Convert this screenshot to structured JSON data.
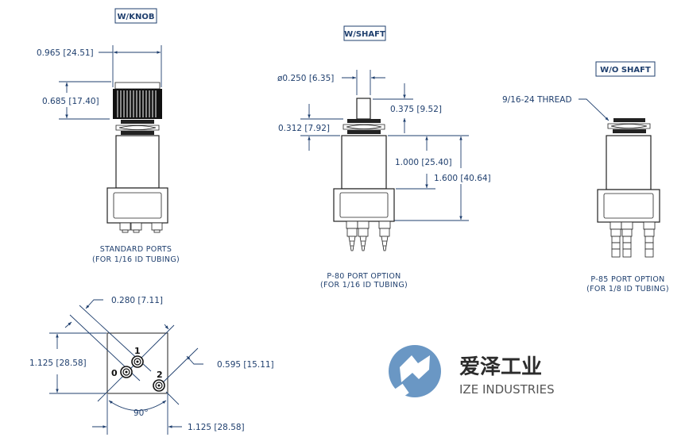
{
  "views": {
    "knob": {
      "label": "W/KNOB",
      "width_dim": "0.965 [24.51]",
      "height_dim": "0.685 [17.40]",
      "caption_line1": "STANDARD PORTS",
      "caption_line2": "(FOR 1/16 ID TUBING)"
    },
    "shaft": {
      "label": "W/SHAFT",
      "diameter_dim": "ø0.250 [6.35]",
      "shaft_len_dim": "0.375 [9.52]",
      "nut_dim": "0.312 [7.92]",
      "body_dim": "1.000 [25.40]",
      "total_dim": "1.600 [40.64]",
      "caption_line1": "P-80 PORT OPTION",
      "caption_line2": "(FOR 1/16 ID TUBING)"
    },
    "no_shaft": {
      "label": "W/O SHAFT",
      "thread_callout": "9/16-24 THREAD",
      "caption_line1": "P-85 PORT OPTION",
      "caption_line2": "(FOR 1/8 ID TUBING)"
    },
    "bottom": {
      "port_spacing_dim": "0.280 [7.11]",
      "height_dim": "1.125 [28.58]",
      "diag_dim": "0.595 [15.11]",
      "width_dim": "1.125 [28.58]",
      "angle": "90°",
      "ports": [
        "0",
        "1",
        "2"
      ]
    }
  },
  "logo": {
    "chinese": "爱泽工业",
    "english": "IZE INDUSTRIES",
    "color": "#6a97c4"
  },
  "colors": {
    "dimension": "#1f3f6e",
    "part_outline": "#222222"
  }
}
